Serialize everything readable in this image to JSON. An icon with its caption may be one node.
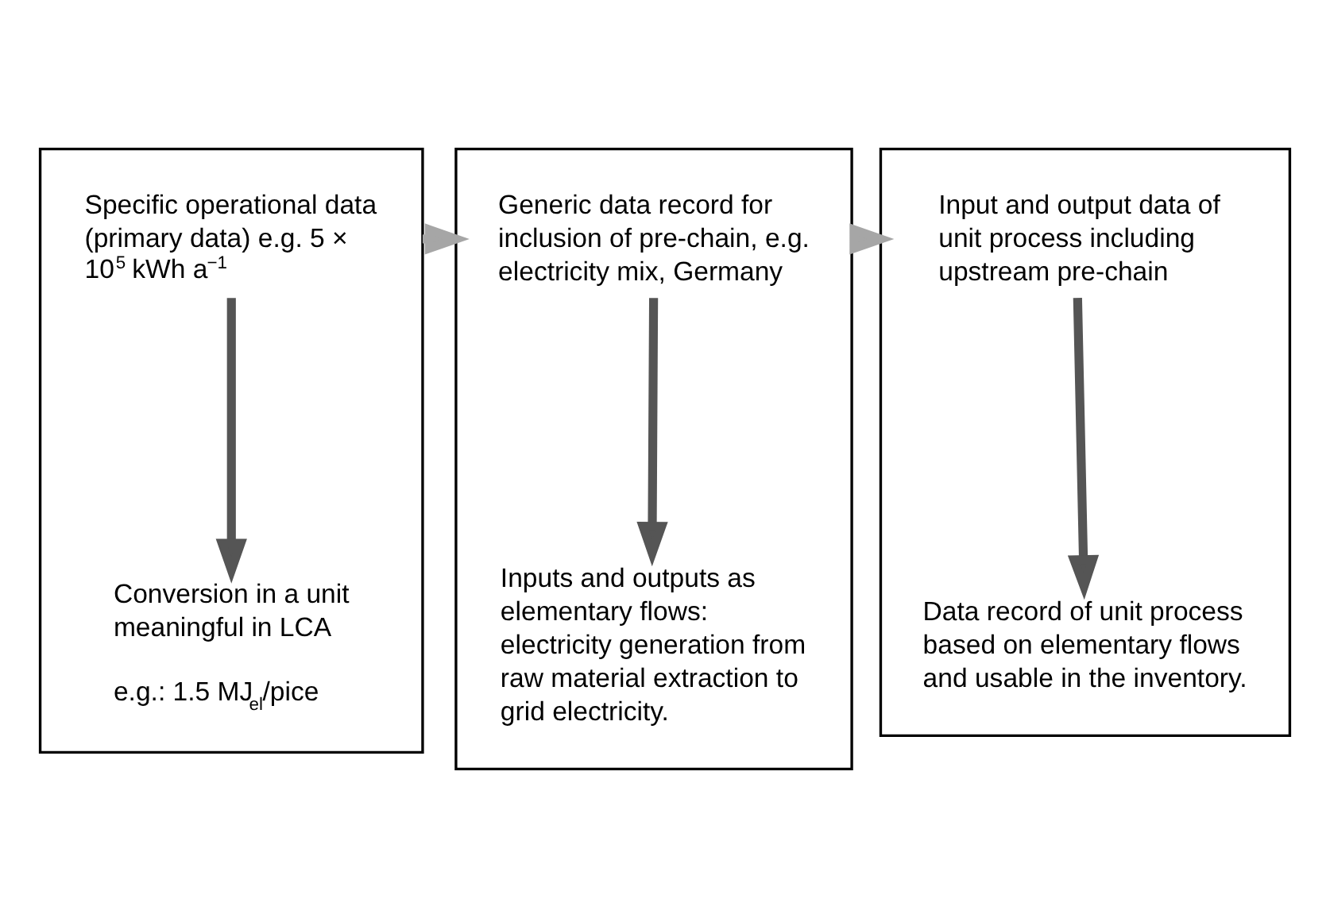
{
  "diagram": {
    "nodes": [
      {
        "text": [],
        "shape": "box"
      },
      {
        "text": [
          "Specific operational data (primary data) e.g. 5 × 10$^{5}$ kWh a$^{−1}$"
        ],
        "in": 0
      },
      {
        "text": [
          "Conversion in a unit meaningful in LCA",
          "e.g.: 1.5 MJ$_{el}$/pice"
        ],
        "in": 0
      },
      {
        "text": [],
        "shape": "box"
      },
      {
        "text": [
          "Generic data record for inclusion of pre-chain, e.g. electricity mix, Germany"
        ],
        "in": 3
      },
      {
        "text": [
          "Inputs and outputs as elementary flows: electricity generation from raw material extraction to grid electricity."
        ],
        "in": 3
      },
      {
        "text": [],
        "shape": "box"
      },
      {
        "text": [
          "Input and output data of unit process including upstream pre-chain"
        ],
        "in": 6
      },
      {
        "text": [
          "Data record of unit process based on elementary flows and usable in the inventory."
        ],
        "in": 6
      }
    ],
    "edges": [
      {
        "from": 0,
        "to": 3,
        "arrow": "to",
        "color": "#a6a6a6"
      },
      {
        "from": 3,
        "to": 6,
        "arrow": "to",
        "color": "#a6a6a6"
      },
      {
        "from": 1,
        "to": 2,
        "arrow": "to"
      },
      {
        "from": 4,
        "to": 5,
        "arrow": "to"
      },
      {
        "from": 7,
        "to": 8,
        "arrow": "to"
      }
    ]
  }
}
